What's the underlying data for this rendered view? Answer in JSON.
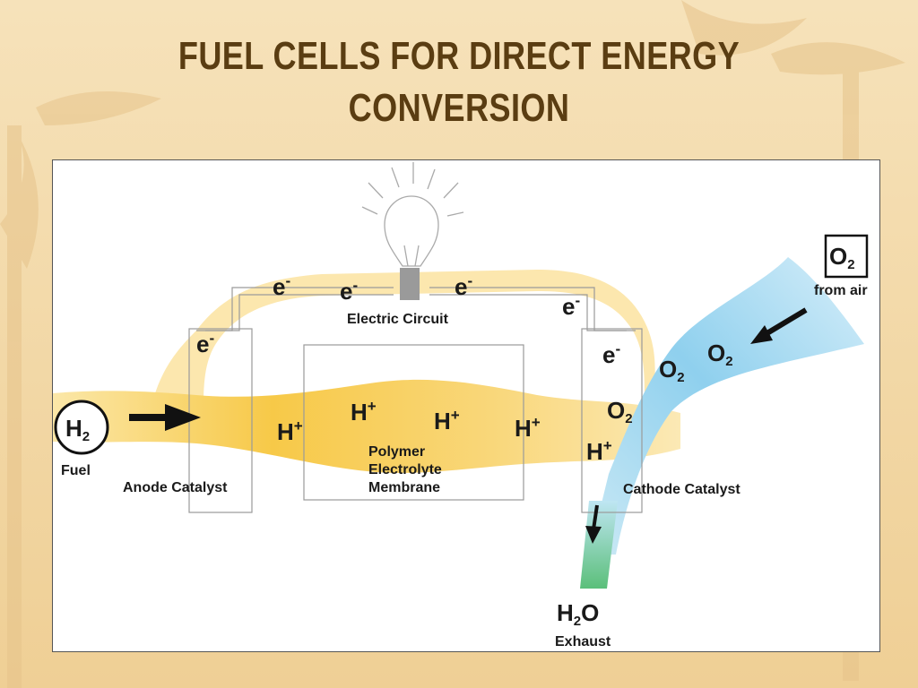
{
  "slide": {
    "title_line1": "FUEL CELLS FOR DIRECT ENERGY",
    "title_line2": "CONVERSION"
  },
  "diagram": {
    "electric_circuit": "Electric Circuit",
    "fuel": "Fuel",
    "anode_catalyst": "Anode Catalyst",
    "membrane_line1": "Polymer",
    "membrane_line2": "Electrolyte",
    "membrane_line3": "Membrane",
    "cathode_catalyst": "Cathode Catalyst",
    "from_air": "from air",
    "exhaust": "Exhaust",
    "electron": "e",
    "electron_charge": "-",
    "proton": "H",
    "proton_charge": "+",
    "hydrogen_symbol": "H",
    "hydrogen_sub": "2",
    "oxygen_symbol": "O",
    "oxygen_sub": "2",
    "water_h": "H",
    "water_sub": "2",
    "water_o": "O"
  },
  "colors": {
    "title": "#5a3d12",
    "background": "#f3d9a8",
    "fuel_stream": "#f7c948",
    "air_stream": "#8fd0ee",
    "water_stream": "#5bbf7a"
  },
  "icons": [
    "lightbulb-icon",
    "arrow-right-icon",
    "arrow-down-left-icon",
    "arrow-down-icon"
  ]
}
